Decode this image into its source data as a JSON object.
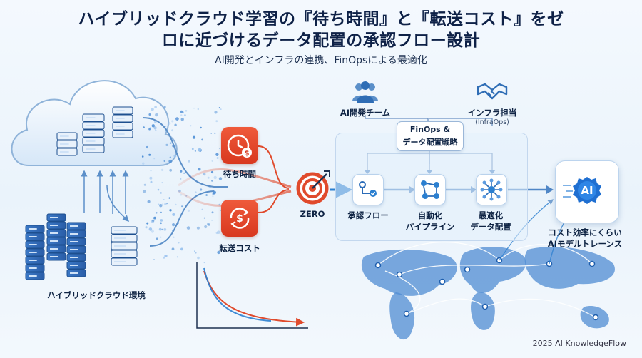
{
  "title_line1": "ハイブリッドクラウド学習の『待ち時間』と『転送コスト』をゼ",
  "title_line2": "ロに近づけるデータ配置の承認フロー設計",
  "subtitle": "AI開発とインフラの連携、FinOpsによる最適化",
  "left": {
    "label": "ハイブリッドクラウド環境"
  },
  "middle": {
    "wait_label": "待ち時間",
    "cost_label": "転送コスト",
    "target_label": "ZERO"
  },
  "team": {
    "ai_label": "AI開発チーム",
    "infra_label": "インフラ担当",
    "infra_sub": "(InfraOps)"
  },
  "finops": {
    "line1": "FinOps &",
    "line2": "データ配置戦略"
  },
  "flow": [
    {
      "line1": "承認フロー",
      "line2": ""
    },
    {
      "line1": "自動化",
      "line2": "パイプライン"
    },
    {
      "line1": "最適化",
      "line2": "データ配置"
    }
  ],
  "result": {
    "badge": "AI",
    "line1": "コスト効率にくらい",
    "line2": "AIモデルトレーンス"
  },
  "footer": "2025 AI KnowledgeFlow",
  "colors": {
    "accent_red": "#e04a2c",
    "accent_blue": "#2b7fd0",
    "navy": "#0e2147"
  },
  "icons": [
    "cloud-icon",
    "server-rack-icon",
    "clock-coin-icon",
    "dollar-cycle-icon",
    "target-icon",
    "people-icon",
    "handshake-icon",
    "flow-icon",
    "network-icon",
    "ai-chip-icon",
    "world-map-icon"
  ]
}
